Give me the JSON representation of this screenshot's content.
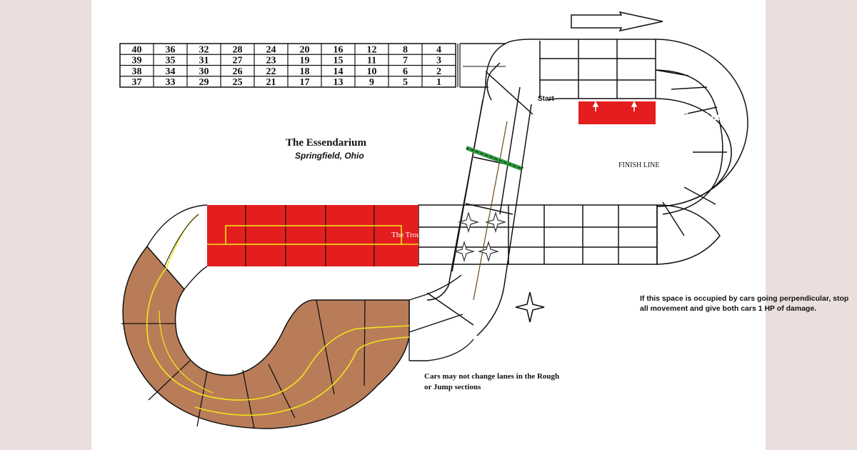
{
  "map": {
    "title": "The Essendarium",
    "subtitle": "Springfield, Ohio",
    "start_label": "Start",
    "finish_label": "FINISH LINE",
    "chute_label": "The Chute",
    "trough_label": "The Trough",
    "star_rule": "If this space is occupied by cars going perpendicular, stop all movement and give both cars 1 HP of damage.",
    "lane_rule": "Cars may not change lanes in the Rough or Jump sections",
    "grid_rows": [
      [
        "40",
        "36",
        "32",
        "28",
        "24",
        "20",
        "16",
        "12",
        "8",
        "4"
      ],
      [
        "39",
        "35",
        "31",
        "27",
        "23",
        "19",
        "15",
        "11",
        "7",
        "3"
      ],
      [
        "38",
        "34",
        "30",
        "26",
        "22",
        "18",
        "14",
        "10",
        "6",
        "2"
      ],
      [
        "37",
        "33",
        "29",
        "25",
        "21",
        "17",
        "13",
        "9",
        "5",
        "1"
      ]
    ],
    "colors": {
      "hazard_red": "#e41e1e",
      "rough_brown": "#b87d58",
      "lane_yellow": "#f2e419",
      "finish_green": "#2e9a3e"
    },
    "icons": [
      "direction-arrow-icon",
      "hazard-star-icon",
      "chute-arrow-icon"
    ]
  }
}
